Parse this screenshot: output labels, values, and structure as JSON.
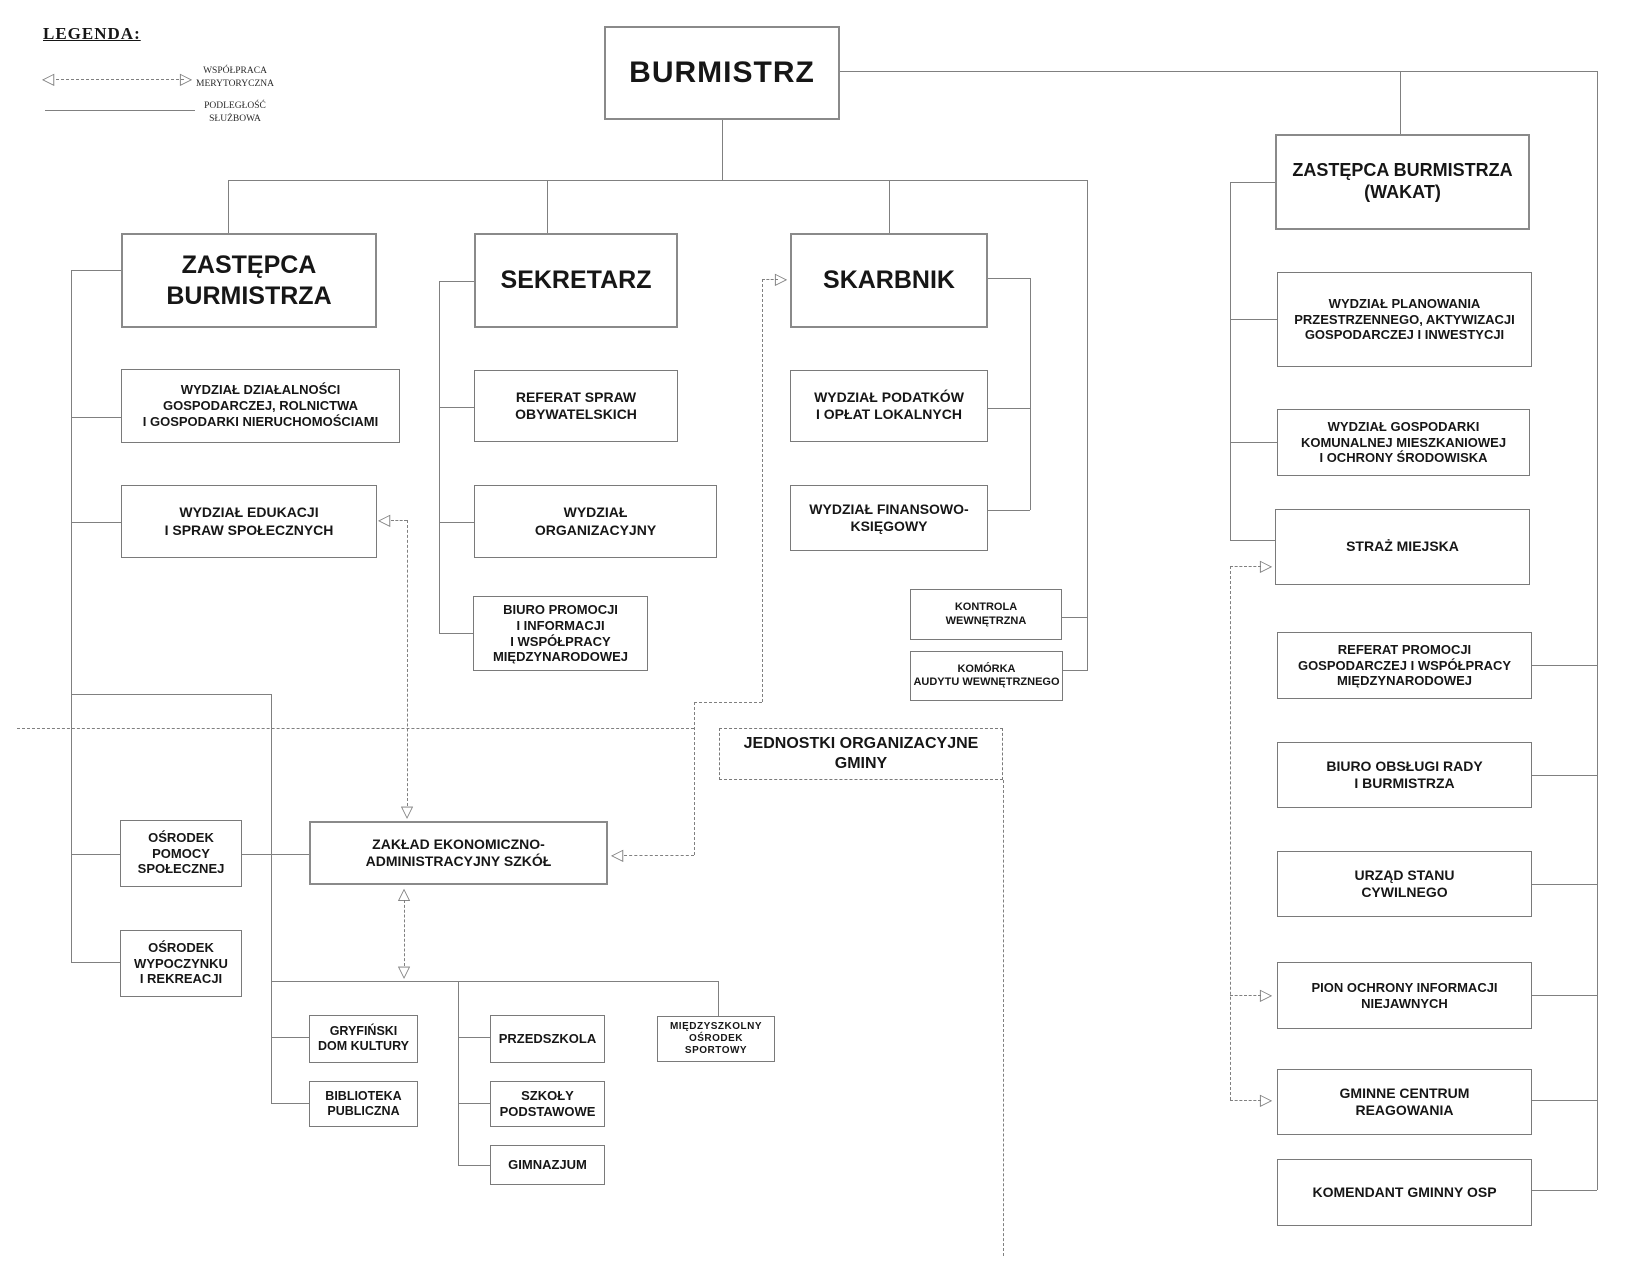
{
  "title": "Schemat organizacyjny urzędu",
  "colors": {
    "line": "#808080",
    "text": "#161616",
    "background": "#ffffff"
  },
  "icons": {
    "arrow_right": "▷",
    "arrow_left": "◁",
    "arrow_up": "△",
    "arrow_down": "▽"
  },
  "legend": {
    "title": "LEGENDA:",
    "items": [
      {
        "label": "WSPÓŁPRACA\nMERYTORYCZNA",
        "type": "dashed-double-arrow"
      },
      {
        "label": "PODLEGŁOŚĆ\nSŁUŻBOWA",
        "type": "solid-line"
      }
    ]
  },
  "nodes": [
    {
      "id": "burmistrz",
      "label": "BURMISTRZ"
    },
    {
      "id": "zastepca-burmistrza",
      "label": "ZASTĘPCA\nBURMISTRZA"
    },
    {
      "id": "sekretarz",
      "label": "SEKRETARZ"
    },
    {
      "id": "skarbnik",
      "label": "SKARBNIK"
    },
    {
      "id": "wydzial-dzialalnosci",
      "label": "WYDZIAŁ DZIAŁALNOŚCI\nGOSPODARCZEJ, ROLNICTWA\nI GOSPODARKI NIERUCHOMOŚCIAMI"
    },
    {
      "id": "wydzial-edukacji",
      "label": "WYDZIAŁ EDUKACJI\nI SPRAW SPOŁECZNYCH"
    },
    {
      "id": "referat-spraw-obywatelskich",
      "label": "REFERAT SPRAW\nOBYWATELSKICH"
    },
    {
      "id": "wydzial-organizacyjny",
      "label": "WYDZIAŁ\nORGANIZACYJNY"
    },
    {
      "id": "biuro-promocji",
      "label": "BIURO PROMOCJI\nI INFORMACJI\nI WSPÓŁPRACY\nMIĘDZYNARODOWEJ"
    },
    {
      "id": "wydzial-podatkow",
      "label": "WYDZIAŁ PODATKÓW\nI OPŁAT LOKALNYCH"
    },
    {
      "id": "wydzial-finansowo-ksiegowy",
      "label": "WYDZIAŁ FINANSOWO-\nKSIĘGOWY"
    },
    {
      "id": "kontrola-wewnetrzna",
      "label": "KONTROLA\nWEWNĘTRZNA"
    },
    {
      "id": "komorka-audytu",
      "label": "KOMÓRKA\nAUDYTU WEWNĘTRZNEGO"
    },
    {
      "id": "jednostki-organizacyjne",
      "label": "JEDNOSTKI ORGANIZACYJNE GMINY"
    },
    {
      "id": "zaklad-ekonomiczno-administracyjny",
      "label": "ZAKŁAD EKONOMICZNO-\nADMINISTRACYJNY SZKÓŁ"
    },
    {
      "id": "osrodek-pomocy",
      "label": "OŚRODEK\nPOMOCY\nSPOŁECZNEJ"
    },
    {
      "id": "osrodek-wypoczynku",
      "label": "OŚRODEK\nWYPOCZYNKU\nI REKREACJI"
    },
    {
      "id": "gryfinski-dom-kultury",
      "label": "GRYFIŃSKI\nDOM KULTURY"
    },
    {
      "id": "biblioteka-publiczna",
      "label": "BIBLIOTEKA\nPUBLICZNA"
    },
    {
      "id": "przedszkola",
      "label": "PRZEDSZKOLA"
    },
    {
      "id": "szkoly-podstawowe",
      "label": "SZKOŁY\nPODSTAWOWE"
    },
    {
      "id": "gimnazjum",
      "label": "GIMNAZJUM"
    },
    {
      "id": "miedzyszkolny-osrodek",
      "label": "MIĘDZYSZKOLNY\nOŚRODEK SPORTOWY"
    },
    {
      "id": "zastepca-burmistrza-wakat",
      "label": "ZASTĘPCA BURMISTRZA\n(WAKAT)"
    },
    {
      "id": "wydzial-planowania",
      "label": "WYDZIAŁ PLANOWANIA\nPRZESTRZENNEGO, AKTYWIZACJI\nGOSPODARCZEJ I INWESTYCJI"
    },
    {
      "id": "wydzial-gospodarki-komunalnej",
      "label": "WYDZIAŁ GOSPODARKI\nKOMUNALNEJ MIESZKANIOWEJ\nI OCHRONY ŚRODOWISKA"
    },
    {
      "id": "straz-miejska",
      "label": "STRAŻ MIEJSKA"
    },
    {
      "id": "referat-promocji",
      "label": "REFERAT PROMOCJI\nGOSPODARCZEJ I WSPÓŁPRACY\nMIĘDZYNARODOWEJ"
    },
    {
      "id": "biuro-obslugi-rady",
      "label": "BIURO OBSŁUGI RADY\nI BURMISTRZA"
    },
    {
      "id": "urzad-stanu-cywilnego",
      "label": "URZĄD STANU\nCYWILNEGO"
    },
    {
      "id": "pion-ochrony-informacji",
      "label": "PION OCHRONY INFORMACJI\nNIEJAWNYCH"
    },
    {
      "id": "gminne-centrum-reagowania",
      "label": "GMINNE CENTRUM\nREAGOWANIA"
    },
    {
      "id": "komendant-gminny-osp",
      "label": "KOMENDANT GMINNY OSP"
    }
  ]
}
